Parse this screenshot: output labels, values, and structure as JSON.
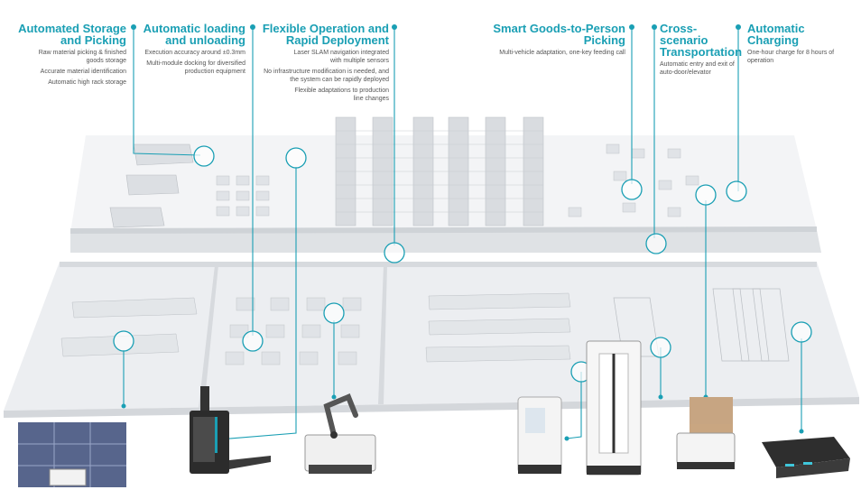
{
  "colors": {
    "accent": "#1a9fb4",
    "floor": "#e9ebee",
    "wall": "#d4d7db",
    "text": "#555555"
  },
  "features": [
    {
      "id": "storage",
      "title_lines": [
        "Automated Storage",
        "and Picking"
      ],
      "details": [
        "Raw material picking & finished goods storage",
        "Accurate material identification",
        "Automatic high rack storage"
      ]
    },
    {
      "id": "loading",
      "title_lines": [
        "Automatic loading",
        "and unloading"
      ],
      "details": [
        "Execution accuracy around ±0.3mm",
        "Multi-module docking for diversified production equipment"
      ]
    },
    {
      "id": "flexible",
      "title_lines": [
        "Flexible Operation and",
        "Rapid Deployment"
      ],
      "details": [
        "Laser SLAM navigation integrated with multiple sensors",
        "No infrastructure modification is needed, and the system can be rapidly deployed",
        "Flexible adaptations to production line changes"
      ]
    },
    {
      "id": "g2p",
      "title_lines": [
        "Smart Goods-to-Person Picking"
      ],
      "details": [
        "Multi-vehicle adaptation, one-key feeding call"
      ]
    },
    {
      "id": "cross",
      "title_lines": [
        "Cross-scenario",
        "Transportation"
      ],
      "details": [
        "Automatic entry and exit of auto-door/elevator"
      ]
    },
    {
      "id": "charging",
      "title_lines": [
        "Automatic Charging"
      ],
      "details": [
        "One-hour charge for 8 hours of operation"
      ]
    }
  ],
  "icons": [
    "shuttle-rack-robot-icon",
    "forklift-agv-icon",
    "robot-arm-amr-icon",
    "lifting-agv-icon",
    "tall-lift-agv-icon",
    "cargo-agv-icon",
    "jacking-agv-icon"
  ]
}
